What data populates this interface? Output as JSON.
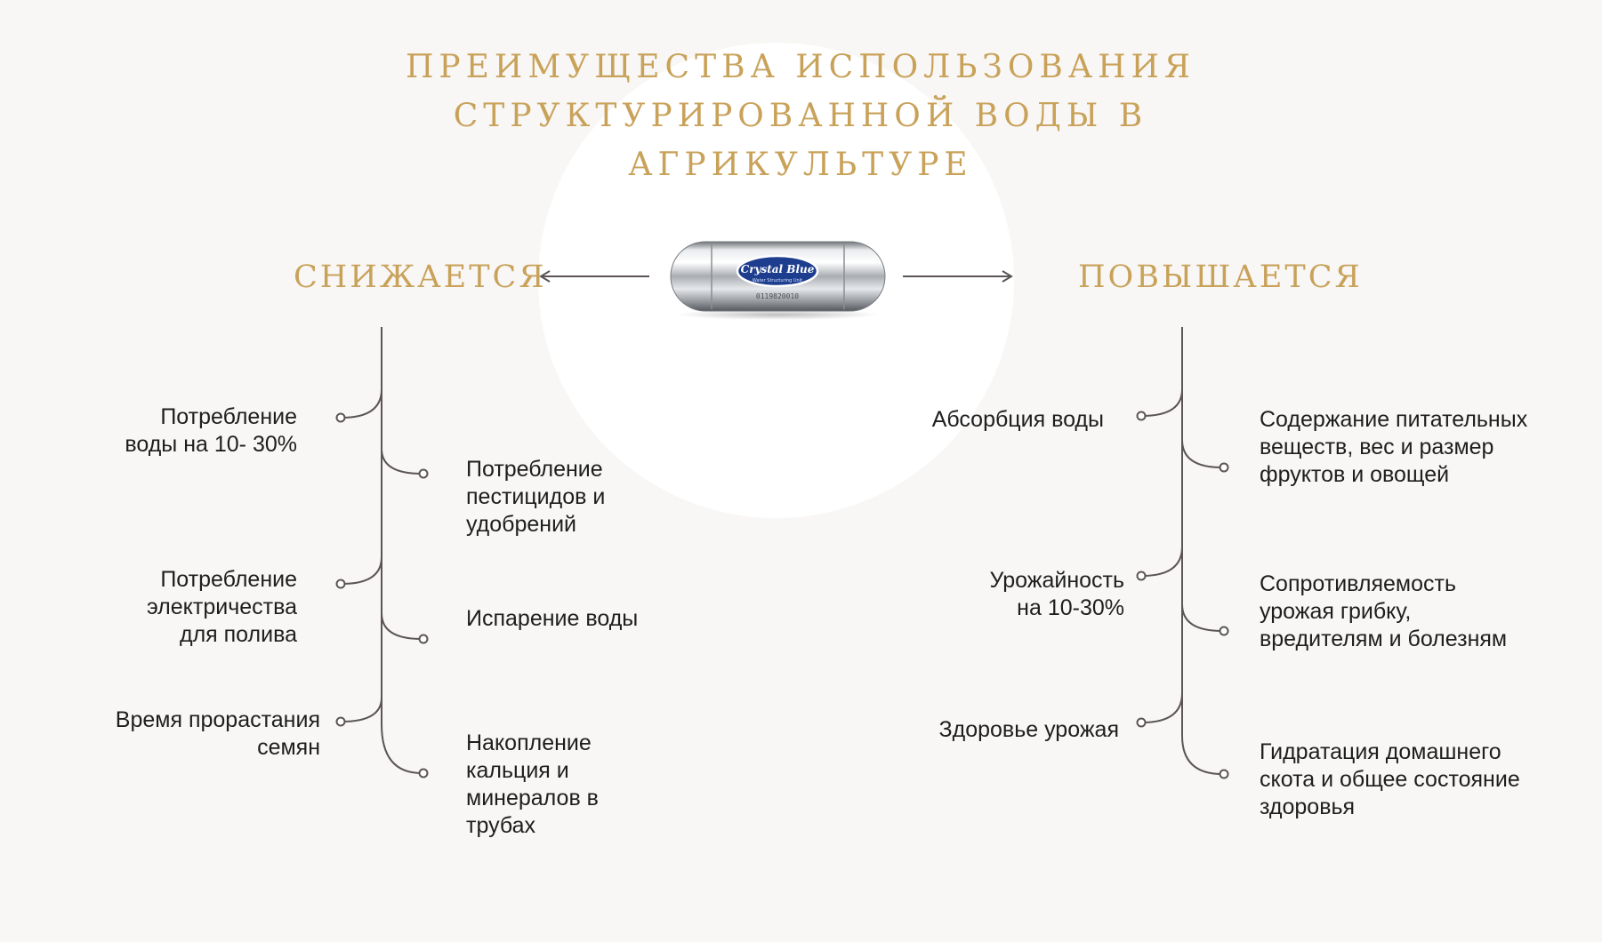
{
  "title": {
    "lines": [
      "ПРЕИМУЩЕСТВА ИСПОЛЬЗОВАНИЯ",
      "СТРУКТУРИРОВАННОЙ ВОДЫ В",
      "АГРИКУЛЬТУРЕ"
    ]
  },
  "left": {
    "heading": "СНИЖАЕТСЯ",
    "items": [
      "Потребление\nводы на 10- 30%",
      "Потребление\nпестицидов и\nудобрений",
      "Потребление\nэлектричества\nдля полива",
      "Испарение воды",
      "Время прорастания\nсемян",
      "Накопление\nкальция и\nминералов в\nтрубах"
    ]
  },
  "right": {
    "heading": "ПОВЫШАЕТСЯ",
    "items": [
      "Абсорбция воды",
      "Содержание питательных\nвеществ, вес и размер\nфруктов и овощей",
      "Урожайность\nна 10-30%",
      "Сопротивляемость\nурожая грибку,\nвредителям и болезням",
      "Здоровье урожая",
      "Гидратация домашнего\nскота и общее состояние\nздоровья"
    ]
  },
  "device": {
    "logo": "Crystal Blue",
    "logo_sub": "Water Structuring Unit",
    "serial": "0119820010"
  },
  "colors": {
    "gold": "#c9a25a",
    "line": "#5c5556",
    "text": "#1e1e1e",
    "background": "#f8f7f5"
  }
}
